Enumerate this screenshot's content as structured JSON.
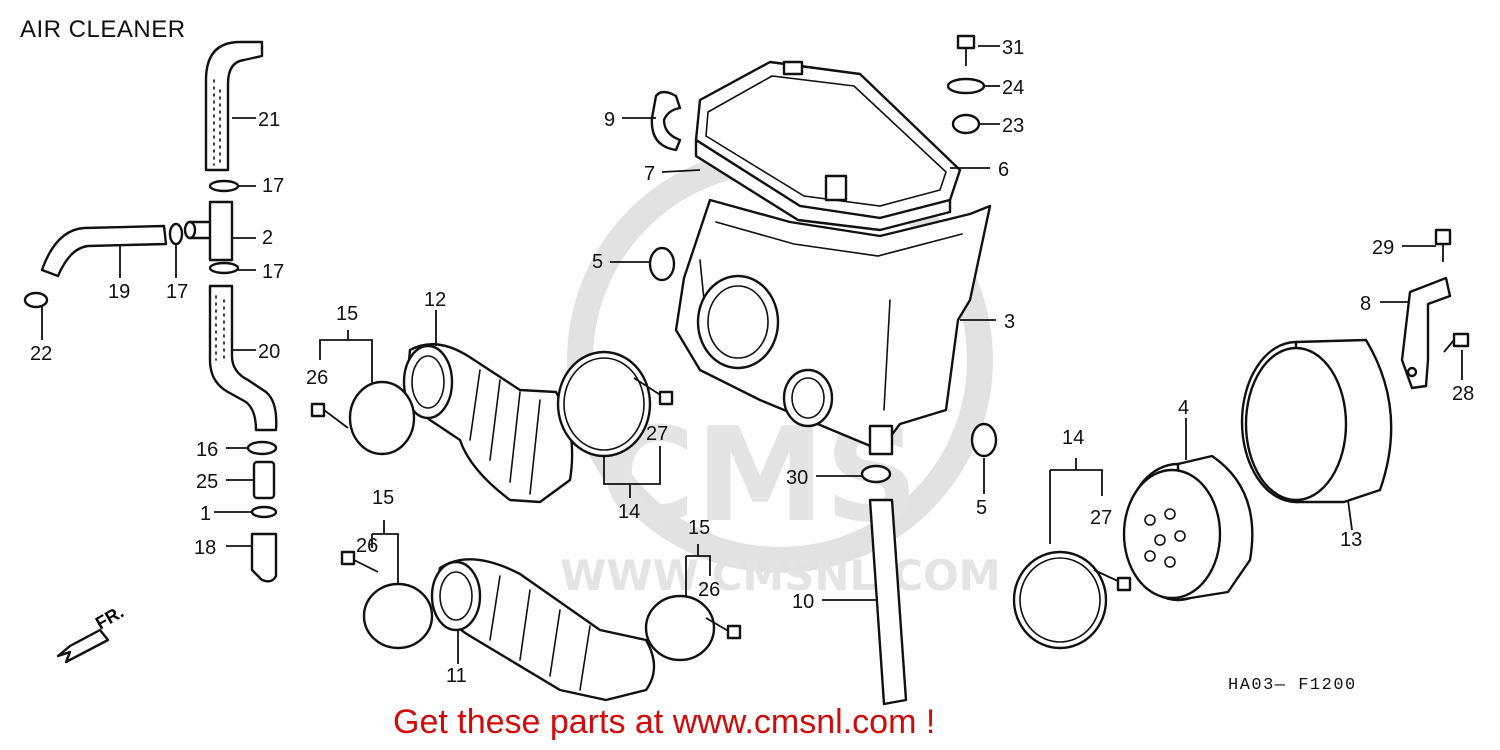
{
  "title": "AIR CLEANER",
  "drawing_code": "HA03— F1200",
  "promo_text": "Get these parts at www.cmsnl.com !",
  "front_marker": "FR.",
  "watermark": {
    "brand": "CMS",
    "url": "WWW.CMSNL.COM"
  },
  "callouts": {
    "p1": "1",
    "p2": "2",
    "p3": "3",
    "p4": "4",
    "p5a": "5",
    "p5b": "5",
    "p6": "6",
    "p7": "7",
    "p8": "8",
    "p9": "9",
    "p10": "10",
    "p11": "11",
    "p12": "12",
    "p13": "13",
    "p14a": "14",
    "p14b": "14",
    "p15a": "15",
    "p15b": "15",
    "p15c": "15",
    "p16": "16",
    "p17a": "17",
    "p17b": "17",
    "p17c": "17",
    "p18": "18",
    "p19": "19",
    "p20": "20",
    "p21": "21",
    "p22": "22",
    "p23": "23",
    "p24": "24",
    "p25": "25",
    "p26a": "26",
    "p26b": "26",
    "p26c": "26",
    "p27a": "27",
    "p27b": "27",
    "p28": "28",
    "p29": "29",
    "p30": "30",
    "p31": "31"
  }
}
